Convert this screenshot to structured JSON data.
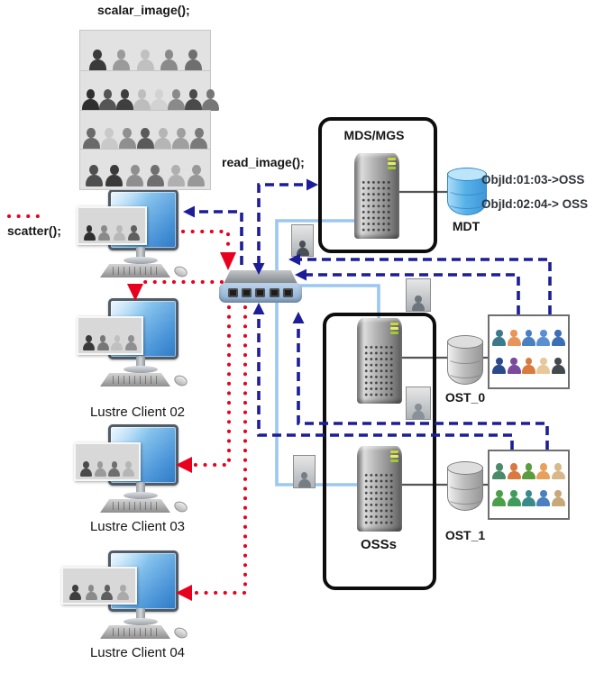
{
  "diagram": {
    "title_calls": {
      "scalar_image": "scalar_image();",
      "read_image": "read_image();",
      "scatter": "scatter();"
    },
    "client_labels": [
      "Lustre Client 02",
      "Lustre Client 03",
      "Lustre Client 04"
    ],
    "mds": {
      "box_label": "MDS/MGS",
      "storage_label": "MDT",
      "mapping_lines": [
        "ObjId:01:03->OSS",
        "ObjId:02:04-> OSS"
      ]
    },
    "oss": {
      "box_label": "OSSs",
      "target_labels": [
        "OST_0",
        "OST_1"
      ]
    }
  },
  "colors": {
    "request_arrow_blue": "#1d1d99",
    "scatter_arrow_red": "#e8001f",
    "network_link_blue": "#9cc7f0",
    "connector_gray": "#555555",
    "monitor_screen_blue": "#4a94d8",
    "mdt_cylinder_blue": "#58b2e9",
    "ost_cylinder_gray": "#bfbfbf",
    "box_border_black": "#0d0d0d"
  },
  "galleries": {
    "scalar_strips": [
      [
        "#3a3a3a",
        "#9a9a9a",
        "#c0c0c0",
        "#8a8a8a",
        "#6f6f6f"
      ],
      [
        "#2f2f2f",
        "#555555",
        "#3f3f3f",
        "#bdbdbd",
        "#d2d2d2",
        "#8a8a8a",
        "#4a4a4a",
        "#777777"
      ],
      [
        "#6a6a6a",
        "#c9c9c9",
        "#8f8f8f",
        "#5a5a5a",
        "#b5b5b5",
        "#9f9f9f",
        "#7a7a7a"
      ],
      [
        "#4f4f4f",
        "#3a3a3a",
        "#8f8f8f",
        "#6f6f6f",
        "#b0b0b0",
        "#989898"
      ]
    ],
    "client_thumbs": [
      [
        "#2f2f2f",
        "#8a8a8a",
        "#b8b8b8",
        "#5f5f5f"
      ],
      [
        "#3a3a3a",
        "#777777",
        "#c0c0c0",
        "#8f8f8f"
      ],
      [
        "#4a4a4a",
        "#9a9a9a",
        "#6f6f6f",
        "#b5b5b5"
      ],
      [
        "#3f3f3f",
        "#8a8a8a",
        "#5f5f5f",
        "#aaaaaa"
      ]
    ],
    "ost_images": [
      {
        "rows": [
          [
            "#3b7a8a",
            "#e8945a",
            "#4a7fc1",
            "#5b8fd4",
            "#3d6db5"
          ],
          [
            "#2b4a8c",
            "#7a4a9c",
            "#d97b3f",
            "#e8c89a",
            "#44484f"
          ]
        ]
      },
      {
        "rows": [
          [
            "#4a8a6a",
            "#d9783f",
            "#5a9c3f",
            "#e8a05a",
            "#d8b88a"
          ],
          [
            "#4aa04a",
            "#3f9c5a",
            "#3a8a8a",
            "#4a7fc1",
            "#c8a878"
          ]
        ]
      }
    ],
    "portraits": [
      "#4a4f55",
      "#6f757c",
      "#8a9097",
      "#777d84"
    ]
  }
}
